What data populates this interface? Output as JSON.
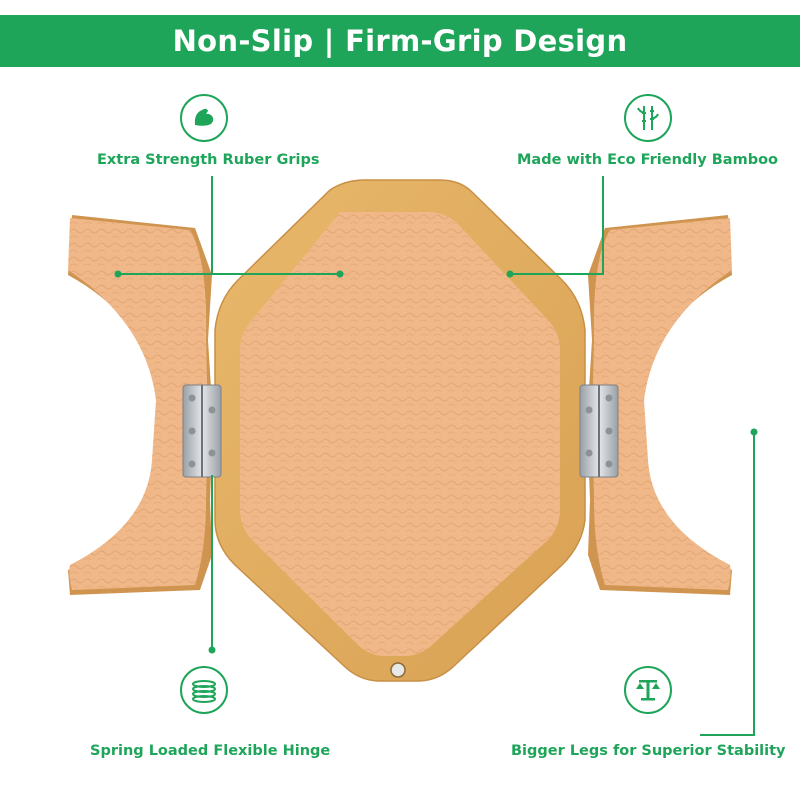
{
  "banner": {
    "title": "Non-Slip | Firm-Grip Design"
  },
  "colors": {
    "accent": "#1ea55a",
    "bamboo": "#e2ae62",
    "grip": "#f0b888",
    "hinge": "#b9bec4"
  },
  "features": [
    {
      "label": "Extra Strength Ruber Grips",
      "icon": "flexed-arm-icon"
    },
    {
      "label": "Made with Eco Friendly Bamboo",
      "icon": "bamboo-icon"
    },
    {
      "label": "Spring Loaded Flexible Hinge",
      "icon": "spring-coil-icon"
    },
    {
      "label": "Bigger Legs for Superior Stability",
      "icon": "balance-scale-icon"
    }
  ]
}
